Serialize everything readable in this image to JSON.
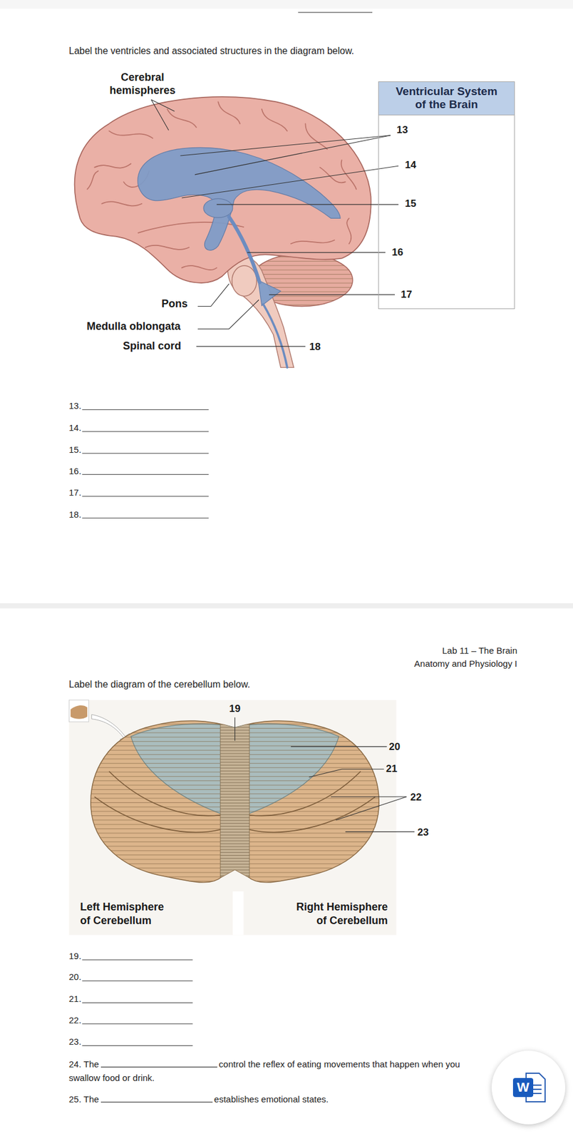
{
  "diagram": {
    "nodes": [
      {
        "text": [
          "Ventricular System of the Brain",
          "13",
          "14",
          "15",
          "16",
          "17"
        ]
      }
    ],
    "labels": [
      "Label the ventricles and associated structures in the diagram below.",
      "Cerebral hemispheres",
      "Pons",
      "Medulla oblongata",
      "Spinal cord",
      "18",
      "13.",
      "14.",
      "15.",
      "16.",
      "17.",
      "18.",
      "Lab 11 – The Brain",
      "Anatomy and Physiology I",
      "Label the diagram of the cerebellum below.",
      "19",
      "20",
      "21",
      "22",
      "23",
      "Left Hemisphere of Cerebellum",
      "Right Hemisphere of Cerebellum",
      "19.",
      "20.",
      "21.",
      "22.",
      "23.",
      "24. The",
      "control the reflex of eating movements that happen when you swallow food or drink.",
      "25. The",
      "establishes emotional states.",
      "W"
    ]
  }
}
